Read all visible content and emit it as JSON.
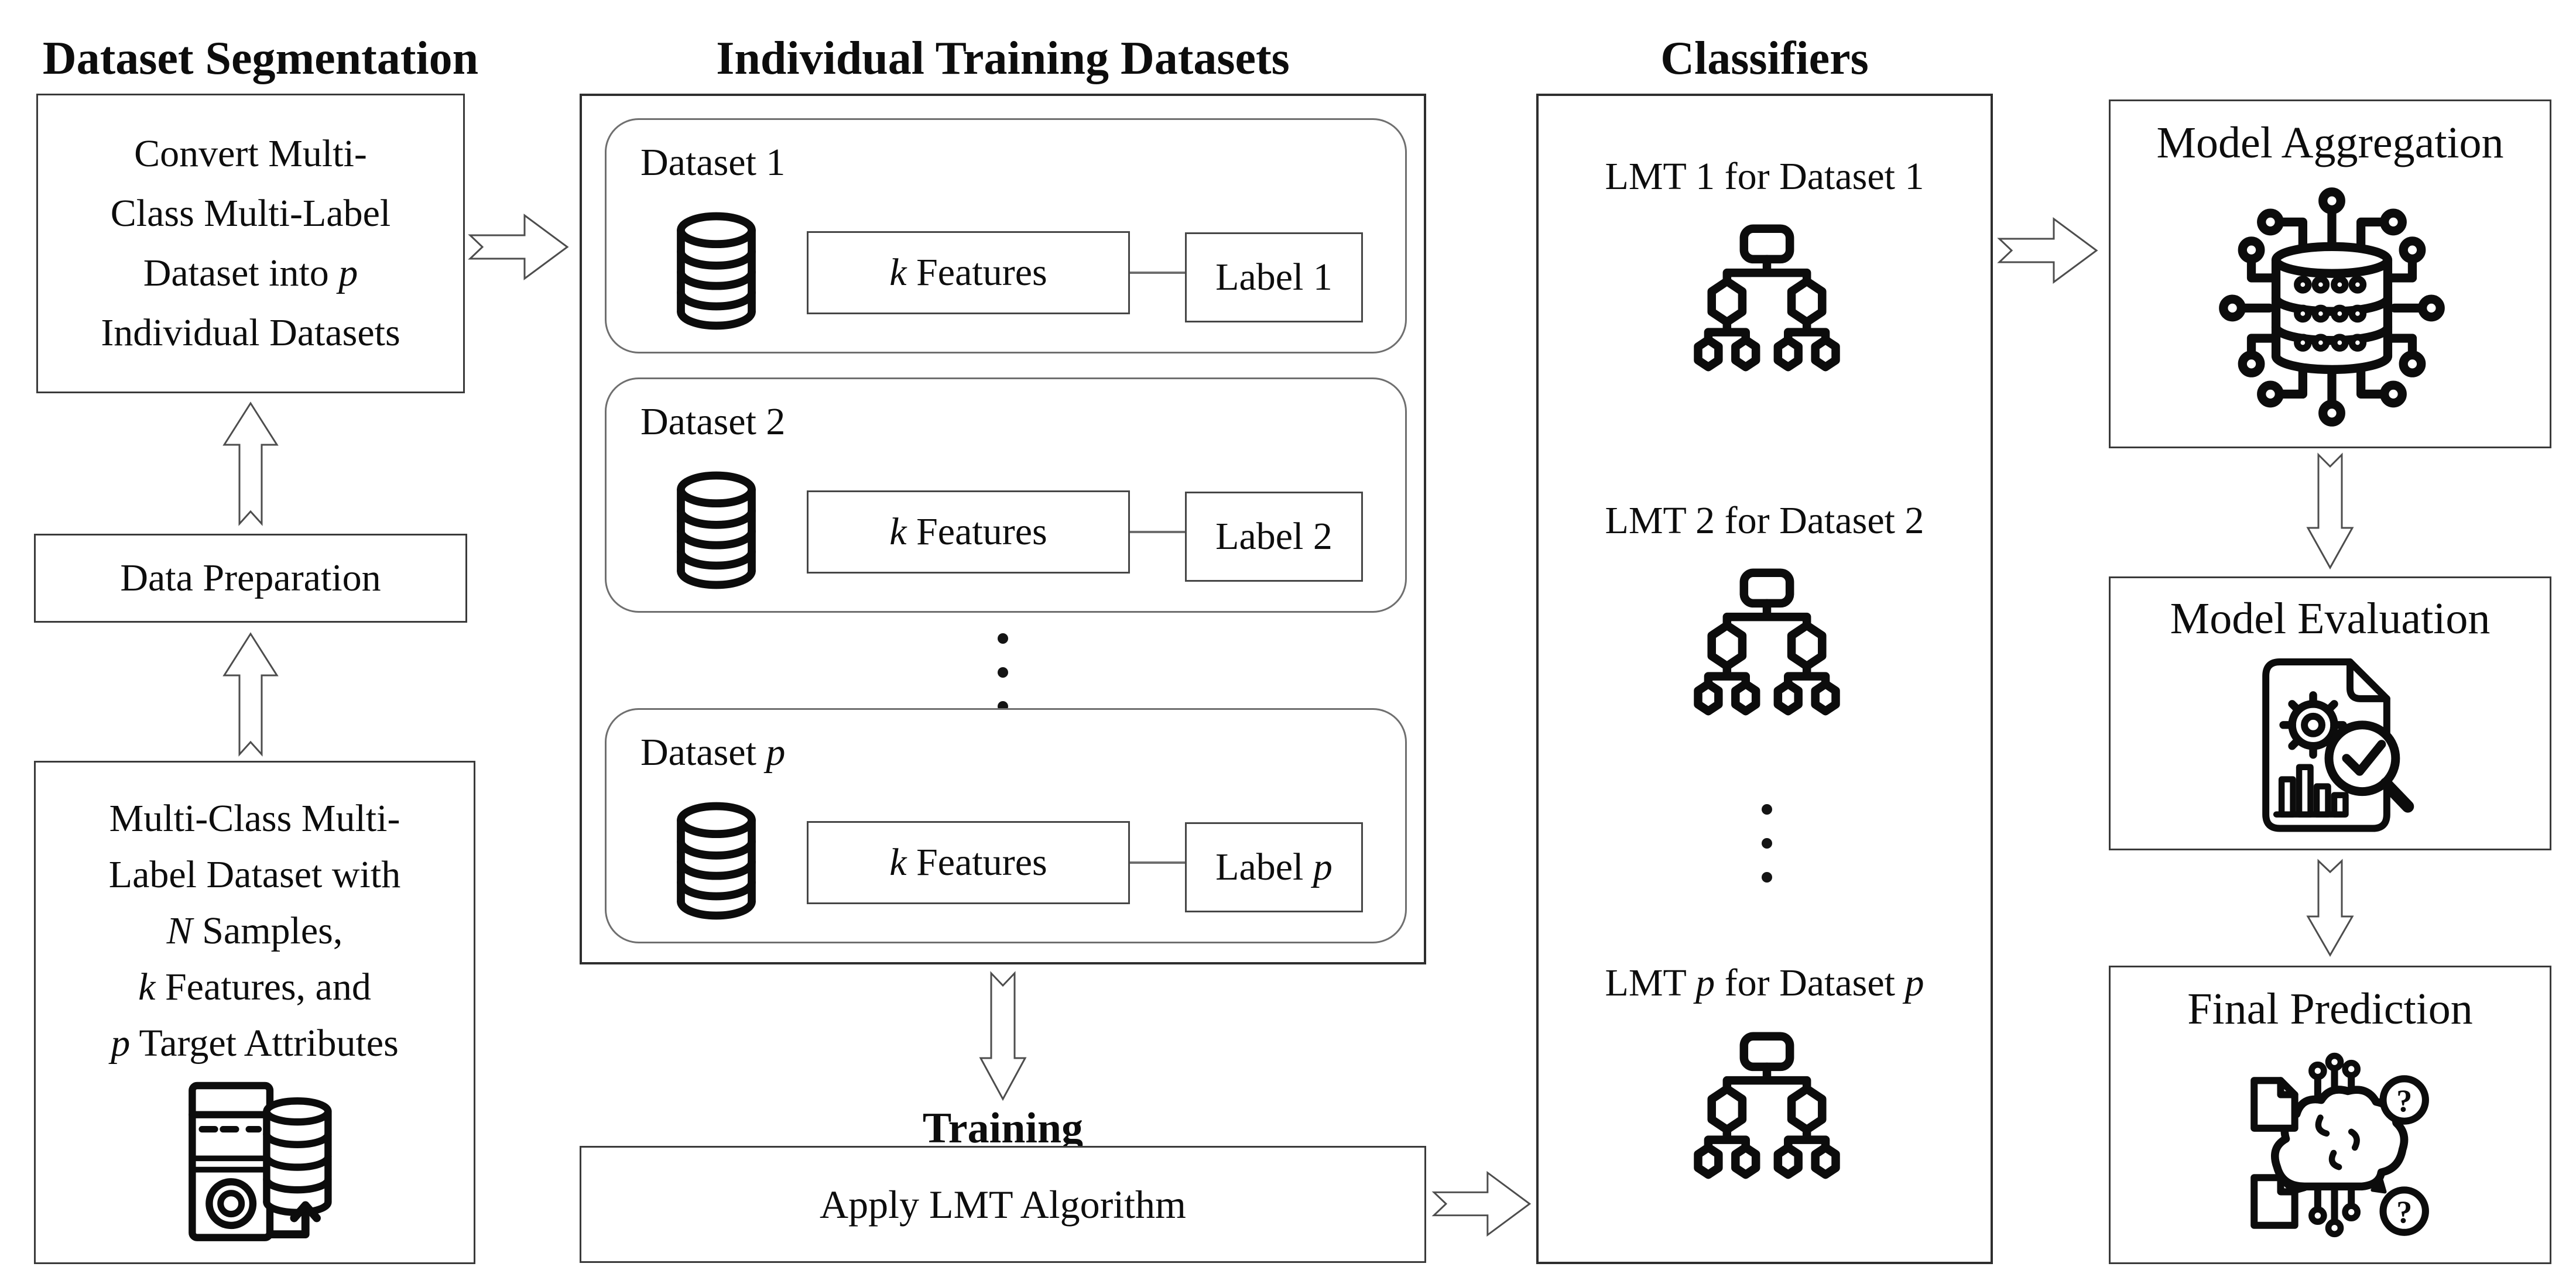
{
  "segmentation": {
    "title": "Dataset Segmentation",
    "convert_box": {
      "line1": "Convert Multi-",
      "line2": "Class Multi-Label",
      "line3_pre": "Dataset into ",
      "line3_var": "p",
      "line4": "Individual Datasets"
    },
    "data_preparation": "Data Preparation",
    "source_box": {
      "line1": "Multi-Class Multi-",
      "line2": "Label Dataset with",
      "line3_var": "N",
      "line3_rest": " Samples,",
      "line4_var": "k",
      "line4_rest": " Features, and",
      "line5_var": "p",
      "line5_rest": " Target Attributes"
    }
  },
  "training_datasets": {
    "title": "Individual Training Datasets",
    "datasets": [
      {
        "name_pre": "Dataset ",
        "name_id": "1",
        "name_id_italic": false,
        "features_var": "k",
        "features_rest": " Features",
        "label_pre": "Label ",
        "label_id": "1",
        "label_id_italic": false
      },
      {
        "name_pre": "Dataset ",
        "name_id": "2",
        "name_id_italic": false,
        "features_var": "k",
        "features_rest": " Features",
        "label_pre": "Label ",
        "label_id": "2",
        "label_id_italic": false
      },
      {
        "name_pre": "Dataset ",
        "name_id": "p",
        "name_id_italic": true,
        "features_var": "k",
        "features_rest": " Features",
        "label_pre": "Label ",
        "label_id": "p",
        "label_id_italic": true
      }
    ],
    "training_label": "Training",
    "apply_box": "Apply LMT Algorithm"
  },
  "classifiers": {
    "title": "Classifiers",
    "items": [
      {
        "pre": "LMT ",
        "id": "1",
        "id_italic": false,
        "mid": " for Dataset ",
        "id2": "1",
        "id2_italic": false
      },
      {
        "pre": "LMT ",
        "id": "2",
        "id_italic": false,
        "mid": " for Dataset ",
        "id2": "2",
        "id2_italic": false
      },
      {
        "pre": "LMT ",
        "id": "p",
        "id_italic": true,
        "mid": " for Dataset ",
        "id2": "p",
        "id2_italic": true
      }
    ]
  },
  "results": {
    "aggregation_title": "Model Aggregation",
    "evaluation_title": "Model Evaluation",
    "prediction_title": "Final Prediction",
    "question_glyph": "?"
  },
  "icons": {
    "dataset": "database-cylinder-icon",
    "source": "server-database-upload-icon",
    "classifier": "decision-tree-icon",
    "aggregation": "database-circuit-icon",
    "evaluation": "report-gear-magnifier-icon",
    "prediction": "ai-brain-documents-questions-icon"
  },
  "colors": {
    "text": "#0d0d0d",
    "border_dark": "#3a3a3a",
    "border_rounded": "#6f6f6f",
    "arrow_outline": "#4d4d4d",
    "background": "#ffffff"
  }
}
